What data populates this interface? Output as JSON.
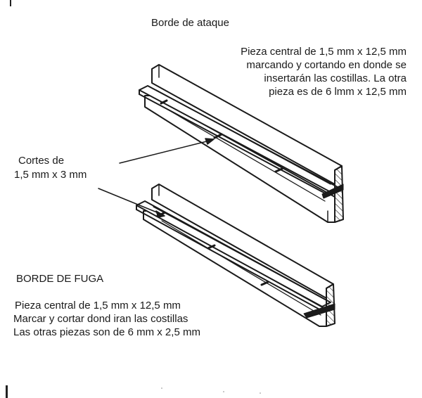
{
  "title_top": "Borde de ataque",
  "leading_edge_note": [
    "Pieza central de 1,5 mm x 12,5 mm",
    "marcando y cortando en donde se",
    "insertarán las costillas. La otra",
    "pieza es de 6 lmm x 12,5 mm"
  ],
  "cuts_label": [
    "Cortes de",
    "1,5 mm x 3 mm"
  ],
  "title_bottom": "BORDE DE FUGA",
  "trailing_edge_note": [
    "Pieza central de 1,5 mm x 12,5 mm",
    "Marcar y cortar dond iran las costillas",
    "Las otras piezas son de 6 mm x 2,5 mm"
  ]
}
